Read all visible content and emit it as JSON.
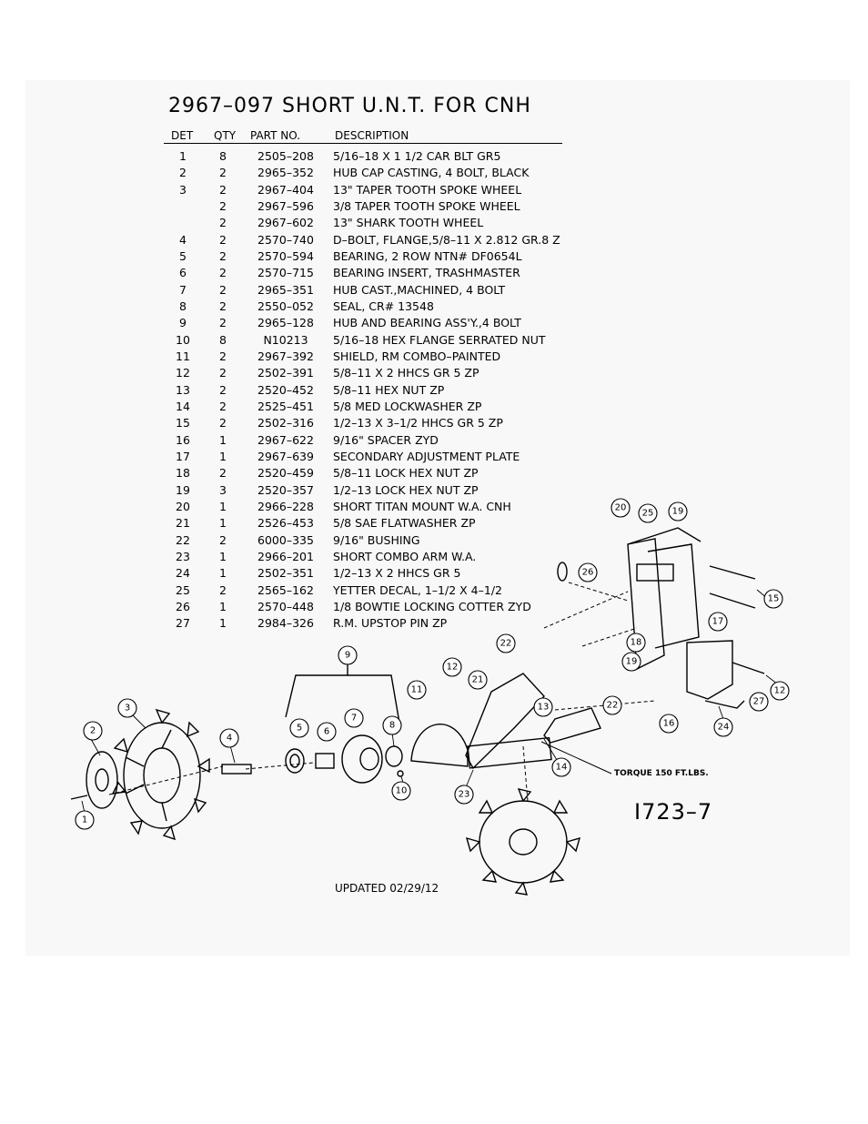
{
  "title": "2967–097 SHORT U.N.T. FOR CNH",
  "headers": {
    "det": "DET",
    "qty": "QTY",
    "part": "PART NO.",
    "desc": "DESCRIPTION"
  },
  "parts": [
    {
      "det": "1",
      "qty": "8",
      "part": "2505–208",
      "desc": "5/16–18 X 1 1/2 CAR BLT GR5"
    },
    {
      "det": "2",
      "qty": "2",
      "part": "2965–352",
      "desc": "HUB CAP CASTING, 4 BOLT, BLACK"
    },
    {
      "det": "3",
      "qty": "2",
      "part": "2967–404",
      "desc": "13\" TAPER TOOTH SPOKE WHEEL"
    },
    {
      "det": "",
      "qty": "2",
      "part": "2967–596",
      "desc": "3/8 TAPER TOOTH SPOKE WHEEL"
    },
    {
      "det": "",
      "qty": "2",
      "part": "2967–602",
      "desc": "13\" SHARK TOOTH WHEEL"
    },
    {
      "det": "4",
      "qty": "2",
      "part": "2570–740",
      "desc": "D–BOLT, FLANGE,5/8–11 X 2.812 GR.8 Z"
    },
    {
      "det": "5",
      "qty": "2",
      "part": "2570–594",
      "desc": "BEARING, 2 ROW NTN# DF0654L"
    },
    {
      "det": "6",
      "qty": "2",
      "part": "2570–715",
      "desc": "BEARING INSERT, TRASHMASTER"
    },
    {
      "det": "7",
      "qty": "2",
      "part": "2965–351",
      "desc": "HUB CAST.,MACHINED, 4 BOLT"
    },
    {
      "det": "8",
      "qty": "2",
      "part": "2550–052",
      "desc": "SEAL, CR# 13548"
    },
    {
      "det": "9",
      "qty": "2",
      "part": "2965–128",
      "desc": "HUB AND BEARING ASS'Y.,4 BOLT"
    },
    {
      "det": "10",
      "qty": "8",
      "part": "N10213",
      "desc": "5/16–18 HEX FLANGE SERRATED NUT"
    },
    {
      "det": "11",
      "qty": "2",
      "part": "2967–392",
      "desc": "SHIELD, RM COMBO–PAINTED"
    },
    {
      "det": "12",
      "qty": "2",
      "part": "2502–391",
      "desc": "5/8–11 X 2 HHCS GR 5 ZP"
    },
    {
      "det": "13",
      "qty": "2",
      "part": "2520–452",
      "desc": "5/8–11 HEX NUT ZP"
    },
    {
      "det": "14",
      "qty": "2",
      "part": "2525–451",
      "desc": "5/8 MED LOCKWASHER ZP"
    },
    {
      "det": "15",
      "qty": "2",
      "part": "2502–316",
      "desc": "1/2–13 X 3–1/2 HHCS GR 5 ZP"
    },
    {
      "det": "16",
      "qty": "1",
      "part": "2967–622",
      "desc": "9/16\" SPACER ZYD"
    },
    {
      "det": "17",
      "qty": "1",
      "part": "2967–639",
      "desc": "SECONDARY ADJUSTMENT PLATE"
    },
    {
      "det": "18",
      "qty": "2",
      "part": "2520–459",
      "desc": "5/8–11 LOCK HEX NUT ZP"
    },
    {
      "det": "19",
      "qty": "3",
      "part": "2520–357",
      "desc": "1/2–13 LOCK HEX NUT ZP"
    },
    {
      "det": "20",
      "qty": "1",
      "part": "2966–228",
      "desc": "SHORT TITAN MOUNT W.A. CNH"
    },
    {
      "det": "21",
      "qty": "1",
      "part": "2526–453",
      "desc": "5/8 SAE FLATWASHER ZP"
    },
    {
      "det": "22",
      "qty": "2",
      "part": "6000–335",
      "desc": "9/16\" BUSHING"
    },
    {
      "det": "23",
      "qty": "1",
      "part": "2966–201",
      "desc": "SHORT COMBO ARM W.A."
    },
    {
      "det": "24",
      "qty": "1",
      "part": "2502–351",
      "desc": "1/2–13 X 2 HHCS GR 5"
    },
    {
      "det": "25",
      "qty": "2",
      "part": "2565–162",
      "desc": "YETTER DECAL, 1–1/2 X 4–1/2"
    },
    {
      "det": "26",
      "qty": "1",
      "part": "2570–448",
      "desc": "1/8 BOWTIE LOCKING COTTER ZYD"
    },
    {
      "det": "27",
      "qty": "1",
      "part": "2984–326",
      "desc": "R.M. UPSTOP PIN ZP"
    }
  ],
  "torque_note": "TORQUE 150 FT.LBS.",
  "figure_id": "I723–7",
  "updated": "UPDATED 02/29/12",
  "balloons": [
    "1",
    "2",
    "3",
    "4",
    "5",
    "6",
    "7",
    "8",
    "9",
    "10",
    "11",
    "12",
    "12",
    "13",
    "14",
    "15",
    "16",
    "17",
    "18",
    "19",
    "19",
    "20",
    "21",
    "22",
    "22",
    "23",
    "24",
    "25",
    "26",
    "27"
  ]
}
